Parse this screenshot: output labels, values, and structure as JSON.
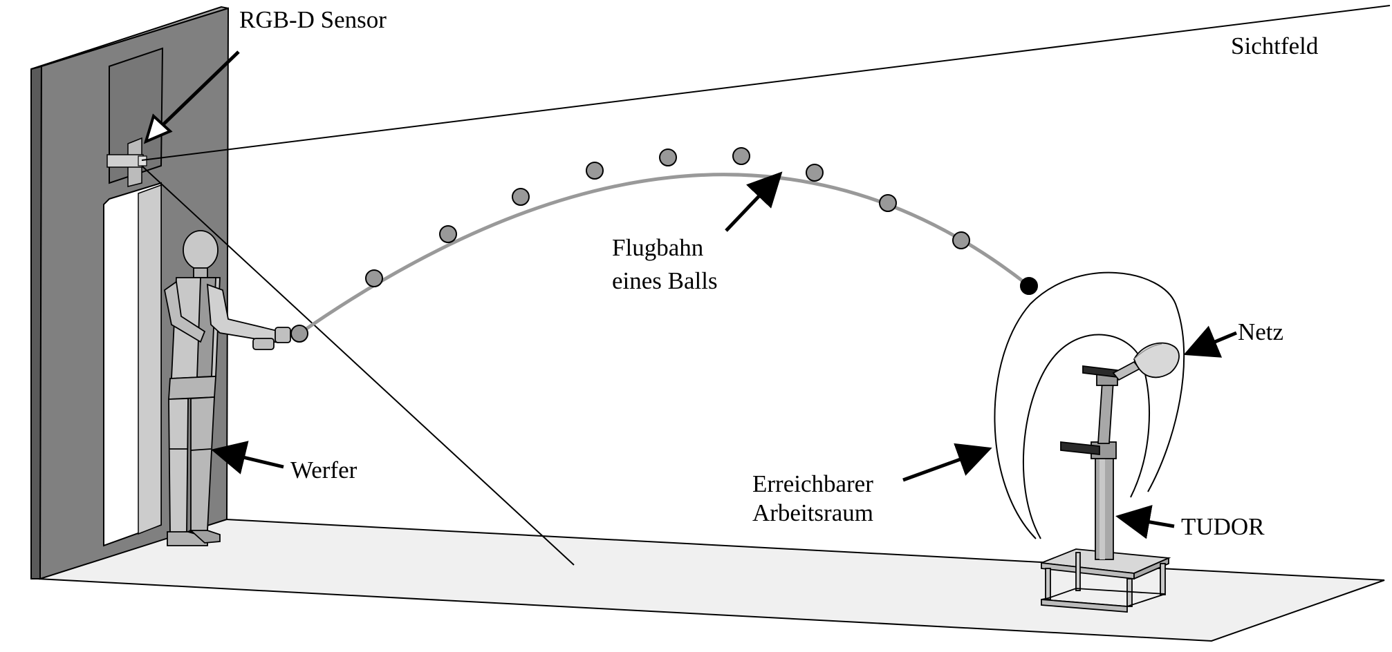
{
  "labels": {
    "sensor": "RGB-D Sensor",
    "field_of_view": "Sichtfeld",
    "trajectory_line1": "Flugbahn",
    "trajectory_line2": "eines Balls",
    "net": "Netz",
    "thrower": "Werfer",
    "workspace_line1": "Erreichbarer",
    "workspace_line2": "Arbeitsraum",
    "robot": "TUDOR"
  },
  "colors": {
    "line": "#000000",
    "trajectory": "#999999",
    "ball": "#999999",
    "ball_final": "#000000",
    "wall": "#808080",
    "wall_edge": "#5a5a5a",
    "door": "#ffffff",
    "floor": "#f0f0f0",
    "figure": "#c8c8c8",
    "figure_shade": "#9a9a9a",
    "robot": "#a8a8a8"
  }
}
